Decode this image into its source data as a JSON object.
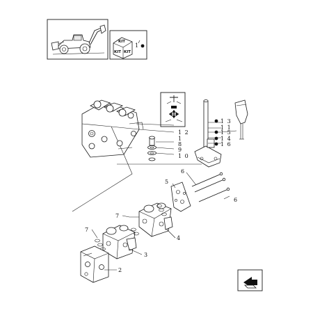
{
  "kit_box": {
    "kit_top": "KIT",
    "kit_bottom_left": "KIT",
    "kit_bottom_right": "KIT",
    "qty": "1"
  },
  "callouts": [
    {
      "id": "c13",
      "text": "1 3",
      "bullet": true
    },
    {
      "id": "c11",
      "text": "1 1",
      "bullet": false
    },
    {
      "id": "c15",
      "text": "1 5",
      "bullet": true
    },
    {
      "id": "c14",
      "text": "1 4",
      "bullet": true
    },
    {
      "id": "c16",
      "text": "1 6",
      "bullet": true
    },
    {
      "id": "c12",
      "text": "1 2",
      "bullet": false
    },
    {
      "id": "c1",
      "text": "1",
      "bullet": false
    },
    {
      "id": "c8",
      "text": "8",
      "bullet": false
    },
    {
      "id": "c9",
      "text": "9",
      "bullet": false
    },
    {
      "id": "c10",
      "text": "1 0",
      "bullet": false
    },
    {
      "id": "c6a",
      "text": "6",
      "bullet": false
    },
    {
      "id": "c5",
      "text": "5",
      "bullet": false
    },
    {
      "id": "c6b",
      "text": "6",
      "bullet": false
    },
    {
      "id": "c7a",
      "text": "7",
      "bullet": false
    },
    {
      "id": "c4",
      "text": "4",
      "bullet": false
    },
    {
      "id": "c7b",
      "text": "7",
      "bullet": false
    },
    {
      "id": "c3",
      "text": "3",
      "bullet": false
    },
    {
      "id": "c2",
      "text": "2",
      "bullet": false
    }
  ],
  "icons": {
    "thumbnail": "backhoe-loader-thumbnail-icon",
    "kit": "kit-box-icon",
    "controls": "control-pattern-icon",
    "navigation": "next-page-arrow-icon"
  },
  "colors": {
    "line": "#1a1a1a",
    "background": "#ffffff"
  }
}
